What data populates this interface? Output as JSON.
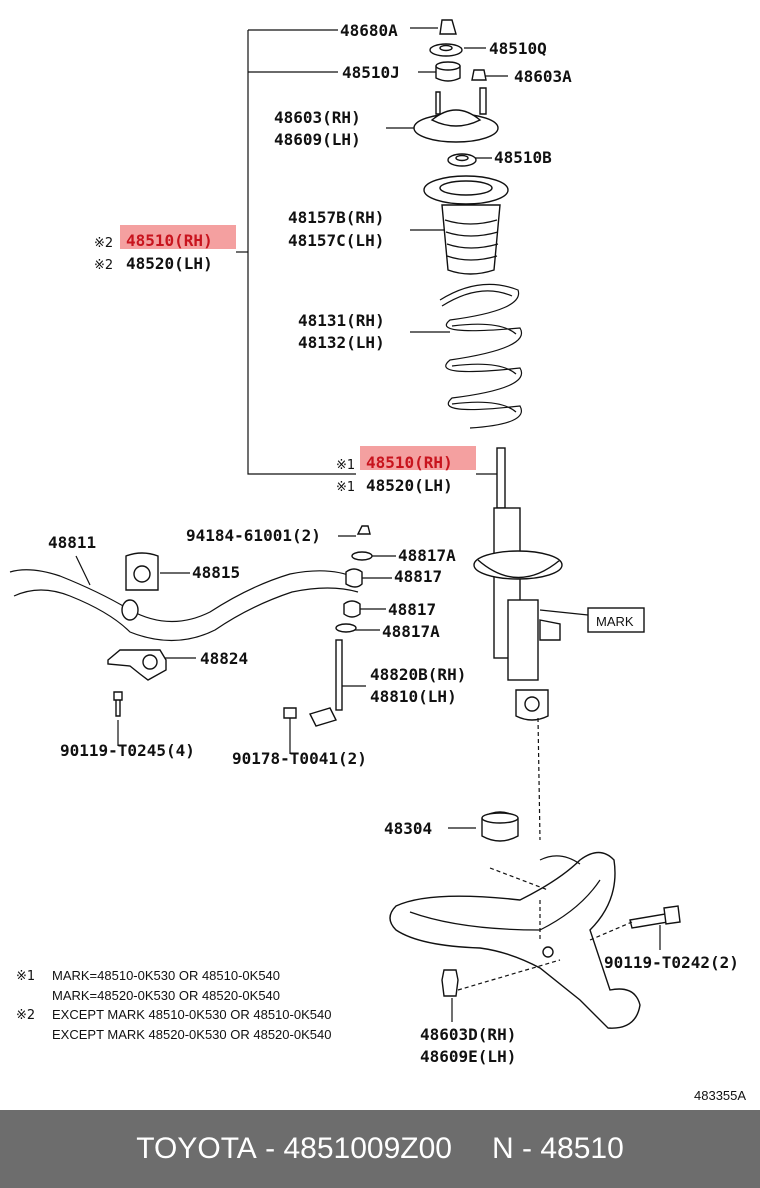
{
  "callouts": {
    "p48680A": "48680A",
    "p48510Q": "48510Q",
    "p48510J": "48510J",
    "p48603A": "48603A",
    "p48603RH": "48603(RH)",
    "p48609LH": "48609(LH)",
    "p48510B": "48510B",
    "p48157B": "48157B(RH)",
    "p48157C": "48157C(LH)",
    "p48510RH_a": "48510(RH)",
    "p48520LH_a": "48520(LH)",
    "p48131": "48131(RH)",
    "p48132": "48132(LH)",
    "p48510RH_b": "48510(RH)",
    "p48520LH_b": "48520(LH)",
    "p94184": "94184-61001(2)",
    "p48817A_a": "48817A",
    "p48811": "48811",
    "p48815": "48815",
    "p48817_a": "48817",
    "p48817_b": "48817",
    "p48817A_b": "48817A",
    "p48824": "48824",
    "p48820B": "48820B(RH)",
    "p48810": "48810(LH)",
    "p90119a": "90119-T0245(4)",
    "p90178": "90178-T0041(2)",
    "mark": "MARK",
    "p48304": "48304",
    "p90119b": "90119-T0242(2)",
    "p48603D": "48603D(RH)",
    "p48609E": "48609E(LH)",
    "sym1": "※1",
    "sym2": "※2",
    "figno": "483355A"
  },
  "notes": {
    "n1_sym": "※1",
    "n1_l1": "MARK=48510-0K530 OR 48510-0K540",
    "n1_l2": "MARK=48520-0K530 OR 48520-0K540",
    "n2_sym": "※2",
    "n2_l1": "EXCEPT MARK 48510-0K530 OR 48510-0K540",
    "n2_l2": "EXCEPT MARK 48520-0K530 OR 48520-0K540"
  },
  "colors": {
    "highlight": "#f4a0a0",
    "highlight_text": "#c8141e",
    "footer_bg": "#6d6d6d"
  },
  "footer": {
    "brand": "TOYOTA",
    "part_number": "4851009Z00",
    "name": "N - 48510",
    "sep": " - "
  }
}
